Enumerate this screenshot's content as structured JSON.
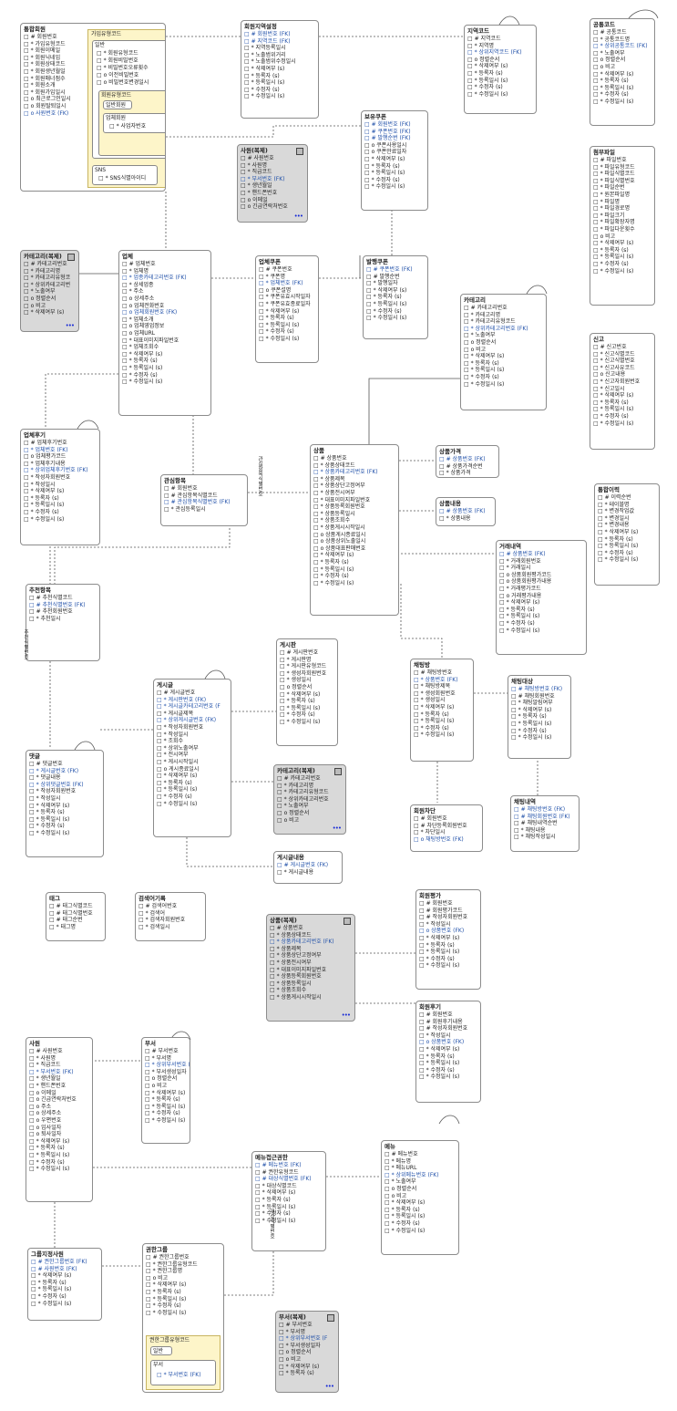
{
  "entities": [
    {
      "id": "tongham",
      "title": "통합회원",
      "cols": [
        "□ # 회원번호",
        "□ * 가입유형코드",
        "□ * 회원이메일",
        "□ * 회원닉네임",
        "□ * 회원상태코드",
        "□ * 회원생년월일",
        "□ * 회원매너점수",
        "□ * 회원소개",
        "□ * 회원가입일시",
        "□ o 최근로그인일시",
        "□ o 회원탈퇴일시",
        "□ o 사원번호 (FK)"
      ]
    },
    {
      "id": "hoewonjiyeok",
      "title": "회원지역설정",
      "cols": [
        "□ # 회원번호 (FK)",
        "□ # 지역코드 (FK)",
        "□ * 지역등록일시",
        "□ * 노출범위거리",
        "□ * 노출범위수정일시",
        "□ * 삭제여부 (s)",
        "□ * 등록자 (s)",
        "□ * 등록일시 (s)",
        "□ * 수정자 (s)",
        "□ * 수정일시 (s)"
      ]
    },
    {
      "id": "jiyeok",
      "title": "지역코드",
      "cols": [
        "□ # 지역코드",
        "□ * 지역명",
        "□ * 상위지역코드 (FK)",
        "□ o 정렬순서",
        "□ * 삭제여부 (s)",
        "□ * 등록자 (s)",
        "□ * 등록일시 (s)",
        "□ * 수정자 (s)",
        "□ * 수정일시 (s)"
      ]
    },
    {
      "id": "gongtong",
      "title": "공통코드",
      "cols": [
        "□ # 공통코드",
        "□ * 공통코드명",
        "□ * 상위공통코드 (FK)",
        "□ * 노출여부",
        "□ o 정렬순서",
        "□ o 비고",
        "□ * 삭제여부 (s)",
        "□ * 등록자 (s)",
        "□ * 등록일시 (s)",
        "□ * 수정자 (s)",
        "□ * 수정일시 (s)"
      ]
    },
    {
      "id": "sawon_copy",
      "title": "사원(복제)",
      "cols": [
        "□ # 사원번호",
        "□ * 사원명",
        "□ * 직급코드",
        "□ * 부서번호 (FK)",
        "□ * 생년월일",
        "□ * 핸드폰번호",
        "□ o 이메일",
        "□ o 긴급연락처번호"
      ]
    },
    {
      "id": "bogwan",
      "title": "보유쿠폰",
      "cols": [
        "□ # 회원번호 (FK)",
        "□ # 쿠폰번호 (FK)",
        "□ # 발행순번 (FK)",
        "□ o 쿠폰사용일시",
        "□ o 쿠폰만료일자",
        "□ * 삭제여부 (s)",
        "□ * 등록자 (s)",
        "□ * 등록일시 (s)",
        "□ * 수정자 (s)",
        "□ * 수정일시 (s)"
      ]
    },
    {
      "id": "cheombu",
      "title": "첨부파일",
      "cols": [
        "□ # 파일번호",
        "□ * 파일유형코드",
        "□ * 파일식별코드",
        "□ * 파일식별번호",
        "□ * 파일순번",
        "□ * 원본파일명",
        "□ * 파일명",
        "□ * 파일경로명",
        "□ * 파일크기",
        "□ * 파일확장자명",
        "□ * 파일다운횟수",
        "□ o 비고",
        "□ * 삭제여부 (s)",
        "□ * 등록자 (s)",
        "□ * 등록일시 (s)",
        "□ * 수정자 (s)",
        "□ * 수정일시 (s)"
      ]
    },
    {
      "id": "cat_copy1",
      "title": "카테고리(복제)",
      "cols": [
        "□ # 카테고리번호",
        "□ * 카테고리명",
        "□ * 카테고리유형코",
        "□ * 상위카테고리번",
        "□ * 노출여부",
        "□ o 정렬순서",
        "□ o 비고",
        "□ * 삭제여부 (s)"
      ]
    },
    {
      "id": "eopche",
      "title": "업체",
      "cols": [
        "□ # 업체번호",
        "□ * 업체명",
        "□ * 업종카테고리번호 (FK)",
        "□ * 상세업종",
        "□ * 주소",
        "□ o 상세주소",
        "□ o 업체전화번호",
        "□ o 업체회원번호 (FK)",
        "□ * 업체소개",
        "□ o 업체영업정보",
        "□ o 업체URL",
        "□ * 대표이미지파일번호",
        "□ * 업체조회수",
        "□ * 삭제여부 (s)",
        "□ * 등록자 (s)",
        "□ * 등록일시 (s)",
        "□ * 수정자 (s)",
        "□ * 수정일시 (s)"
      ]
    },
    {
      "id": "eopcheCoupon",
      "title": "업체쿠폰",
      "cols": [
        "□ # 쿠폰번호",
        "□ * 쿠폰명",
        "□ * 업체번호 (FK)",
        "□ o 쿠폰설명",
        "□ * 쿠폰유효시작일자",
        "□ * 쿠폰유효종료일자",
        "□ * 삭제여부 (s)",
        "□ * 등록자 (s)",
        "□ * 등록일시 (s)",
        "□ * 수정자 (s)",
        "□ * 수정일시 (s)"
      ]
    },
    {
      "id": "balhaeng",
      "title": "발행쿠폰",
      "cols": [
        "□ # 쿠폰번호 (FK)",
        "□ # 발행순번",
        "□ * 발행일자",
        "□ * 삭제여부 (s)",
        "□ * 등록자 (s)",
        "□ * 등록일시 (s)",
        "□ * 수정자 (s)",
        "□ * 수정일시 (s)"
      ]
    },
    {
      "id": "category",
      "title": "카테고리",
      "cols": [
        "□ # 카테고리번호",
        "□ * 카테고리명",
        "□ * 카테고리유형코드",
        "□ * 상위카테고리번호 (FK)",
        "□ * 노출여부",
        "□ o 정렬순서",
        "□ o 비고",
        "□ * 삭제여부 (s)",
        "□ * 등록자 (s)",
        "□ * 등록일시 (s)",
        "□ * 수정자 (s)",
        "□ * 수정일시 (s)"
      ]
    },
    {
      "id": "singo",
      "title": "신고",
      "cols": [
        "□ # 신고번호",
        "□ * 신고식별코드",
        "□ * 신고식별번호",
        "□ * 신고사유코드",
        "□ o 신고내용",
        "□ * 신고자회원번호",
        "□ * 신고일시",
        "□ * 삭제여부 (s)",
        "□ * 등록자 (s)",
        "□ * 등록일시 (s)",
        "□ * 수정자 (s)",
        "□ * 수정일시 (s)"
      ]
    },
    {
      "id": "eopcheReview",
      "title": "업체후기",
      "cols": [
        "□ # 업체후기번호",
        "□ * 업체번호 (FK)",
        "□ o 업체평가코드",
        "□ * 업체후기내용",
        "□ * 상위업체후기번호 (FK)",
        "□ * 작성자회원번호",
        "□ * 작성일시",
        "□ * 삭제여부 (s)",
        "□ * 등록자 (s)",
        "□ * 등록일시 (s)",
        "□ * 수정자 (s)",
        "□ * 수정일시 (s)"
      ]
    },
    {
      "id": "gwansim",
      "title": "관심항목",
      "cols": [
        "□ # 회원번호",
        "□ # 관심항목식별코드",
        "□ # 관심항목식별번호 (FK)",
        "□ * 관심등록일시"
      ]
    },
    {
      "id": "sangpum",
      "title": "상품",
      "cols": [
        "□ # 상품번호",
        "□ * 상품상태코드",
        "□ * 상품카테고리번호 (FK)",
        "□ * 상품제목",
        "□ * 상품상단고정여부",
        "□ * 상품전시여부",
        "□ * 대표이미지파일번호",
        "□ * 상품등록회원번호",
        "□ * 상품등록일시",
        "□ * 상품조회수",
        "□ * 상품게시시작일시",
        "□ o 상품게시종료일시",
        "□ o 상품상위노출일시",
        "□ o 상품대표판매번호",
        "□ * 삭제여부 (s)",
        "□ * 등록자 (s)",
        "□ * 등록일시 (s)",
        "□ * 수정자 (s)",
        "□ * 수정일시 (s)"
      ]
    },
    {
      "id": "sangpumPrice",
      "title": "상품가격",
      "cols": [
        "□ # 상품번호 (FK)",
        "□ # 상품가격순번",
        "□ * 상품가격"
      ]
    },
    {
      "id": "sangpumContent",
      "title": "상품내용",
      "cols": [
        "□ # 상품번호 (FK)",
        "□ * 상품내용"
      ]
    },
    {
      "id": "tonghapHistory",
      "title": "통합이력",
      "cols": [
        "□ # 이력순번",
        "□ * 테이블명",
        "□ * 변경작업값",
        "□ * 변경일시",
        "□ * 변경내용",
        "□ * 삭제여부 (s)",
        "□ * 등록자 (s)",
        "□ * 등록일시 (s)",
        "□ * 수정자 (s)",
        "□ * 수정일시 (s)"
      ]
    },
    {
      "id": "georae",
      "title": "거래내역",
      "cols": [
        "□ # 상품번호 (FK)",
        "□ * 거래회원번호",
        "□ * 거래일시",
        "□ o 상품회원평가코드",
        "□ o 상품회원평가내용",
        "□ * 거래평가코드",
        "□ o 거래평가내용",
        "□ * 삭제여부 (s)",
        "□ * 등록자 (s)",
        "□ * 등록일시 (s)",
        "□ * 수정자 (s)",
        "□ * 수정일시 (s)"
      ]
    },
    {
      "id": "chucheon",
      "title": "추천항목",
      "cols": [
        "□ # 추천식별코드",
        "□ # 추천식별번호 (FK)",
        "□ # 추천회원번호",
        "□ * 추천일시"
      ]
    },
    {
      "id": "gesipan",
      "title": "게시판",
      "cols": [
        "□ # 게시판번호",
        "□ * 게시판명",
        "□ * 게시판유형코드",
        "□ * 생성자회원번호",
        "□ * 생성일시",
        "□ o 정렬순서",
        "□ * 삭제여부 (s)",
        "□ * 등록자 (s)",
        "□ * 등록일시 (s)",
        "□ * 수정자 (s)",
        "□ * 수정일시 (s)"
      ]
    },
    {
      "id": "gesigeul",
      "title": "게시글",
      "cols": [
        "□ # 게시글번호",
        "□ * 게시판번호 (FK)",
        "□ * 게시글카테고리번호 (F",
        "□ * 게시글제목",
        "□ * 상위게시글번호 (FK)",
        "□ * 작성자회원번호",
        "□ * 작성일시",
        "□ * 조회수",
        "□ * 상위노출여부",
        "□ * 전시여부",
        "□ * 게시시작일시",
        "□ o 게시종료일시",
        "□ * 삭제여부 (s)",
        "□ * 등록자 (s)",
        "□ * 등록일시 (s)",
        "□ * 수정자 (s)",
        "□ * 수정일시 (s)"
      ]
    },
    {
      "id": "chatroom",
      "title": "채팅방",
      "cols": [
        "□ # 채팅방번호",
        "□ * 상품번호 (FK)",
        "□ * 채팅방제목",
        "□ * 생성회원번호",
        "□ * 생성일시",
        "□ * 삭제여부 (s)",
        "□ * 등록자 (s)",
        "□ * 등록일시 (s)",
        "□ * 수정자 (s)",
        "□ * 수정일시 (s)"
      ]
    },
    {
      "id": "chatTarget",
      "title": "채팅대상",
      "cols": [
        "□ # 채팅방번호 (FK)",
        "□ # 채팅회원번호",
        "□ * 채팅알림여부",
        "□ * 삭제여부 (s)",
        "□ * 등록자 (s)",
        "□ * 등록일시 (s)",
        "□ * 수정자 (s)",
        "□ * 수정일시 (s)"
      ]
    },
    {
      "id": "comment",
      "title": "댓글",
      "cols": [
        "□ # 댓글번호",
        "□ * 게시글번호 (FK)",
        "□ * 댓글내용",
        "□ * 상위댓글번호 (FK)",
        "□ * 작성자회원번호",
        "□ * 작성일시",
        "□ * 삭제여부 (s)",
        "□ * 등록자 (s)",
        "□ * 등록일시 (s)",
        "□ * 수정자 (s)",
        "□ * 수정일시 (s)"
      ]
    },
    {
      "id": "cat_copy2",
      "title": "카테고리(복제)",
      "cols": [
        "□ # 카테고리번호",
        "□ * 카테고리명",
        "□ * 카테고리유형코드",
        "□ * 상위카테고리번호",
        "□ * 노출여부",
        "□ o 정렬순서",
        "□ o 비고"
      ]
    },
    {
      "id": "memberBlock",
      "title": "회원차단",
      "cols": [
        "□ # 회원번호",
        "□ # 차단등록회원번호",
        "□ * 차단일시",
        "□ o 채팅방번호 (FK)"
      ]
    },
    {
      "id": "chatHistory",
      "title": "채팅내역",
      "cols": [
        "□ # 채팅방번호 (FK)",
        "□ # 채팅회원번호 (FK)",
        "□ # 채팅내역순번",
        "□ * 채팅내용",
        "□ * 채팅작성일시"
      ]
    },
    {
      "id": "gesigeulContent",
      "title": "게시글내용",
      "cols": [
        "□ # 게시글번호 (FK)",
        "□ * 게시글내용"
      ]
    },
    {
      "id": "tag",
      "title": "태그",
      "cols": [
        "□ # 태그식별코드",
        "□ # 태그식별번호",
        "□ # 태그순번",
        "□ * 태그명"
      ]
    },
    {
      "id": "searchLog",
      "title": "검색어기록",
      "cols": [
        "□ # 검색어번호",
        "□ * 검색어",
        "□ * 검색자회원번호",
        "□ * 검색일시"
      ]
    },
    {
      "id": "memberEval",
      "title": "회원평가",
      "cols": [
        "□ # 회원번호",
        "□ # 회원평가코드",
        "□ # 작성자회원번호",
        "□ * 작성일시",
        "□ o 상품번호 (FK)",
        "□ * 삭제여부 (s)",
        "□ * 등록자 (s)",
        "□ * 등록일시 (s)",
        "□ * 수정자 (s)",
        "□ * 수정일시 (s)"
      ]
    },
    {
      "id": "sangpum_copy",
      "title": "상품(복제)",
      "cols": [
        "□ # 상품번호",
        "□ * 상품상태코드",
        "□ * 상품카테고리번호 (FK)",
        "□ * 상품제목",
        "□ * 상품상단고정여부",
        "□ * 상품전시여부",
        "□ * 대표이미지파일번호",
        "□ * 상품등록회원번호",
        "□ * 상품등록일시",
        "□ * 상품조회수",
        "□ * 상품게시시작일시"
      ]
    },
    {
      "id": "memberReview",
      "title": "회원후기",
      "cols": [
        "□ # 회원번호",
        "□ # 회원후기내용",
        "□ # 작성자회원번호",
        "□ * 작성일시",
        "□ o 상품번호 (FK)",
        "□ * 삭제여부 (s)",
        "□ * 등록자 (s)",
        "□ * 등록일시 (s)",
        "□ * 수정자 (s)",
        "□ * 수정일시 (s)"
      ]
    },
    {
      "id": "sawon",
      "title": "사원",
      "cols": [
        "□ # 사원번호",
        "□ * 사원명",
        "□ * 직급코드",
        "□ * 부서번호 (FK)",
        "□ * 생년월일",
        "□ * 핸드폰번호",
        "□ o 이메일",
        "□ o 긴급연락처번호",
        "□ o 주소",
        "□ o 상세주소",
        "□ o 우편번호",
        "□ o 입사일자",
        "□ o 퇴사일자",
        "□ * 삭제여부 (s)",
        "□ * 등록자 (s)",
        "□ * 등록일시 (s)",
        "□ * 수정자 (s)",
        "□ * 수정일시 (s)"
      ]
    },
    {
      "id": "buseo",
      "title": "부서",
      "cols": [
        "□ # 부서번호",
        "□ * 부서명",
        "□ * 상위부서번호 (FK)",
        "□ * 부서생성일자",
        "□ o 정렬순서",
        "□ o 비고",
        "□ * 삭제여부 (s)",
        "□ * 등록자 (s)",
        "□ * 등록일시 (s)",
        "□ * 수정자 (s)",
        "□ * 수정일시 (s)"
      ]
    },
    {
      "id": "menu",
      "title": "메뉴",
      "cols": [
        "□ # 메뉴번호",
        "□ * 메뉴명",
        "□ * 메뉴URL",
        "□ * 상위메뉴번호 (FK)",
        "□ * 노출여부",
        "□ o 정렬순서",
        "□ o 비고",
        "□ * 삭제여부 (s)",
        "□ * 등록자 (s)",
        "□ * 등록일시 (s)",
        "□ * 수정자 (s)",
        "□ * 수정일시 (s)"
      ]
    },
    {
      "id": "menuAccess",
      "title": "메뉴접근권한",
      "cols": [
        "□ # 메뉴번호 (FK)",
        "□ # 권한유형코드",
        "□ # 대상식별번호 (FK)",
        "□ * 대상식별코드",
        "□ * 삭제여부 (s)",
        "□ * 등록자 (s)",
        "□ * 등록일시 (s)",
        "□ * 수정자 (s)",
        "□ * 수정일시 (s)"
      ]
    },
    {
      "id": "groupSawon",
      "title": "그룹지정사원",
      "cols": [
        "□ # 권한그룹번호 (FK)",
        "□ # 사원번호 (FK)",
        "□ * 삭제여부 (s)",
        "□ * 등록자 (s)",
        "□ * 등록일시 (s)",
        "□ * 수정자 (s)",
        "□ * 수정일시 (s)"
      ]
    },
    {
      "id": "authGroup",
      "title": "권한그룹",
      "cols": [
        "□ # 권한그룹번호",
        "□ * 권한그룹유형코드",
        "□ * 권한그룹명",
        "□ o 비고",
        "□ * 삭제여부 (s)",
        "□ * 등록자 (s)",
        "□ * 등록일시 (s)",
        "□ * 수정자 (s)",
        "□ * 수정일시 (s)"
      ]
    },
    {
      "id": "buseo_copy",
      "title": "부서(복제)",
      "cols": [
        "□ # 부서번호",
        "□ * 부서명",
        "□ * 상위부서번호 (F",
        "□ * 부서생성일자",
        "□ o 정렬순서",
        "□ o 비고",
        "□ * 삭제여부 (s)",
        "□ * 등록자 (s)"
      ]
    }
  ],
  "subtype_signup": {
    "title": "가입유형코드",
    "general_label": "일반",
    "general_cols": [
      "□ * 회원유형코드",
      "□ * 회원비밀번호",
      "□ * 비밀번호오류횟수",
      "□ o 이전비밀번호",
      "□ o 비밀번호변경일시"
    ],
    "member_type_label": "회원유형코드",
    "member_general_label": "일반회원",
    "business_label": "업체회원",
    "business_col": "□ * 사업자번호",
    "sns_label": "SNS",
    "sns_col": "□ * SNS식별아이디"
  },
  "subtype_auth": {
    "title": "권한그룹유형코드",
    "general_label": "일반",
    "dept_label": "부서",
    "dept_col": "□ * 부서번호 (FK)"
  },
  "rel_labels": {
    "gwansim_vertical": "관심항목식별번호",
    "chucheon_vertical": "추천식별번호",
    "menu_vertical": "대상식별번호"
  },
  "colors": {
    "fk": "#1f4fa8",
    "gray_entity": "#d9d9d9",
    "subtype_bg": "#fdf5c9",
    "more_dots": "#1a2cd6"
  }
}
